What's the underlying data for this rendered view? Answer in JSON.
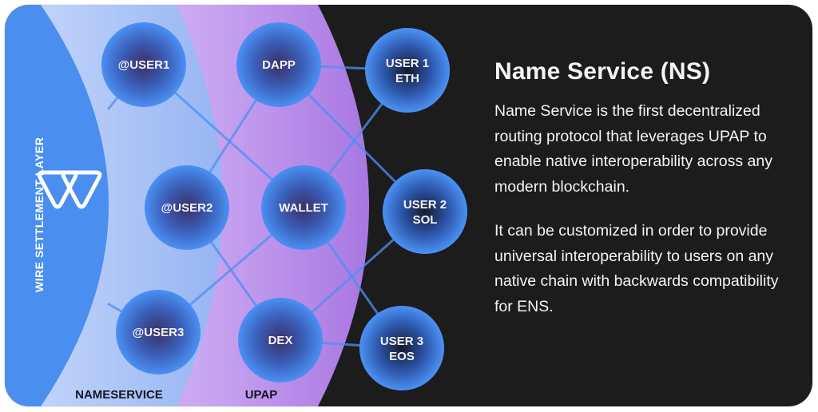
{
  "colors": {
    "card_background": "#1c1c1c",
    "settlement_layer_blue": "#4a8ff0",
    "nameservice_band": "#b9cdf6",
    "upap_band": "#caa8f0",
    "node_edge": "#4b8ff2",
    "node_core": "#3a3570",
    "link_line": "#4f8ff0",
    "text_light": "#f4f4f4",
    "text_dark": "#141420"
  },
  "diagram": {
    "settlement_layer": {
      "label": "WIRE SETTLEMENT  LAYER",
      "logo_icon": "wire-logo-icon"
    },
    "bands": [
      {
        "id": "nameservice",
        "label": "NAMESERVICE"
      },
      {
        "id": "upap",
        "label": "UPAP"
      }
    ],
    "nodes": [
      {
        "id": "user1",
        "band": "nameservice",
        "lines": [
          "@USER1"
        ]
      },
      {
        "id": "user2",
        "band": "nameservice",
        "lines": [
          "@USER2"
        ]
      },
      {
        "id": "user3",
        "band": "nameservice",
        "lines": [
          "@USER3"
        ]
      },
      {
        "id": "dapp",
        "band": "upap",
        "lines": [
          "DAPP"
        ]
      },
      {
        "id": "wallet",
        "band": "upap",
        "lines": [
          "WALLET"
        ]
      },
      {
        "id": "dex",
        "band": "upap",
        "lines": [
          "DEX"
        ]
      },
      {
        "id": "eth",
        "band": "external",
        "lines": [
          "USER 1",
          "ETH"
        ]
      },
      {
        "id": "sol",
        "band": "external",
        "lines": [
          "USER 2",
          "SOL"
        ]
      },
      {
        "id": "eos",
        "band": "external",
        "lines": [
          "USER 3",
          "EOS"
        ]
      }
    ],
    "links": [
      [
        "user1",
        "wallet"
      ],
      [
        "user2",
        "dapp"
      ],
      [
        "user2",
        "dex"
      ],
      [
        "user3",
        "wallet"
      ],
      [
        "dapp",
        "eth"
      ],
      [
        "dapp",
        "sol"
      ],
      [
        "wallet",
        "eth"
      ],
      [
        "wallet",
        "eos"
      ],
      [
        "dex",
        "eos"
      ],
      [
        "dex",
        "sol"
      ],
      [
        "user1",
        "settlement"
      ],
      [
        "user3",
        "settlement"
      ]
    ]
  },
  "info": {
    "title": "Name Service (NS)",
    "paragraphs": [
      "Name Service is the first decentralized routing protocol that leverages UPAP to enable native interoperability across any modern blockchain.",
      "It can be customized in order to provide universal interoperability to users on any native chain with backwards compatibility for ENS."
    ]
  }
}
